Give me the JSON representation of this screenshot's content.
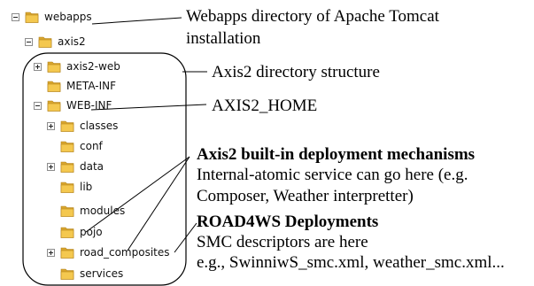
{
  "tree": {
    "items": [
      {
        "label": "webapps",
        "expander": "minus"
      },
      {
        "label": "axis2",
        "expander": "minus"
      },
      {
        "label": "axis2-web",
        "expander": "plus"
      },
      {
        "label": "META-INF",
        "expander": "none"
      },
      {
        "label": "WEB-INF",
        "expander": "minus"
      },
      {
        "label": "classes",
        "expander": "plus"
      },
      {
        "label": "conf",
        "expander": "none"
      },
      {
        "label": "data",
        "expander": "plus"
      },
      {
        "label": "lib",
        "expander": "none"
      },
      {
        "label": "modules",
        "expander": "none"
      },
      {
        "label": "pojo",
        "expander": "none"
      },
      {
        "label": "road_composites",
        "expander": "plus"
      },
      {
        "label": "services",
        "expander": "none"
      }
    ]
  },
  "annotations": {
    "webapps_line1": "Webapps directory of Apache Tomcat",
    "webapps_line2": "installation",
    "axis2_structure": "Axis2 directory structure",
    "axis2_home": "AXIS2_HOME",
    "builtin_title": "Axis2 built-in deployment mechanisms",
    "builtin_line1": "Internal-atomic service can go here (e.g.",
    "builtin_line2": "Composer, Weather interpretter)",
    "road_title": "ROAD4WS Deployments",
    "road_line1": "SMC descriptors are here",
    "road_line2": "e.g., SwinniwS_smc.xml, weather_smc.xml..."
  },
  "colors": {
    "folder_back": "#d9a62e",
    "folder_front": "#f4c84f",
    "folder_edge": "#b07f16"
  }
}
